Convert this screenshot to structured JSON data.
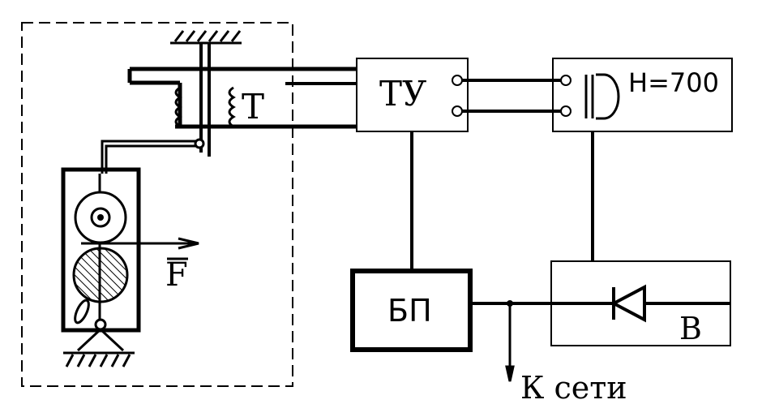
{
  "labels": {
    "transformer": "T",
    "control_unit": "ТУ",
    "indicator": "H=700",
    "power_supply": "БП",
    "rectifier": "В",
    "force": "F",
    "mains": "К сети"
  },
  "colors": {
    "line": "#000000",
    "background": "#ffffff"
  }
}
